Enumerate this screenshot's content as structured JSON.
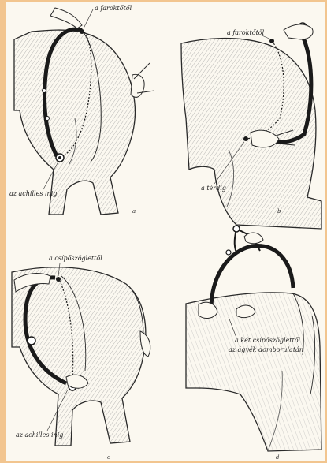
{
  "panels": [
    {
      "id": "a",
      "letter": "a",
      "labels": [
        "a faroktőtől",
        "az achilles inig"
      ]
    },
    {
      "id": "b",
      "letter": "b",
      "labels": [
        "a faroktőtől",
        "a térdig"
      ]
    },
    {
      "id": "c",
      "letter": "c",
      "labels": [
        "a csípőszöglettől",
        "az achilles inig"
      ]
    },
    {
      "id": "d",
      "letter": "d",
      "labels": [
        "a két csípőszöglettől",
        "az ágyék domborulatán"
      ]
    }
  ],
  "colors": {
    "border": "#f2c58f",
    "paper": "#fbf8f0",
    "ink": "#2a2a2a",
    "hatch": "#8a8a8a",
    "tape": "#1a1a1a"
  },
  "icons": [
    "caliper-icon",
    "measuring-tape-icon",
    "hand-icon",
    "horse-hindquarter-icon"
  ]
}
